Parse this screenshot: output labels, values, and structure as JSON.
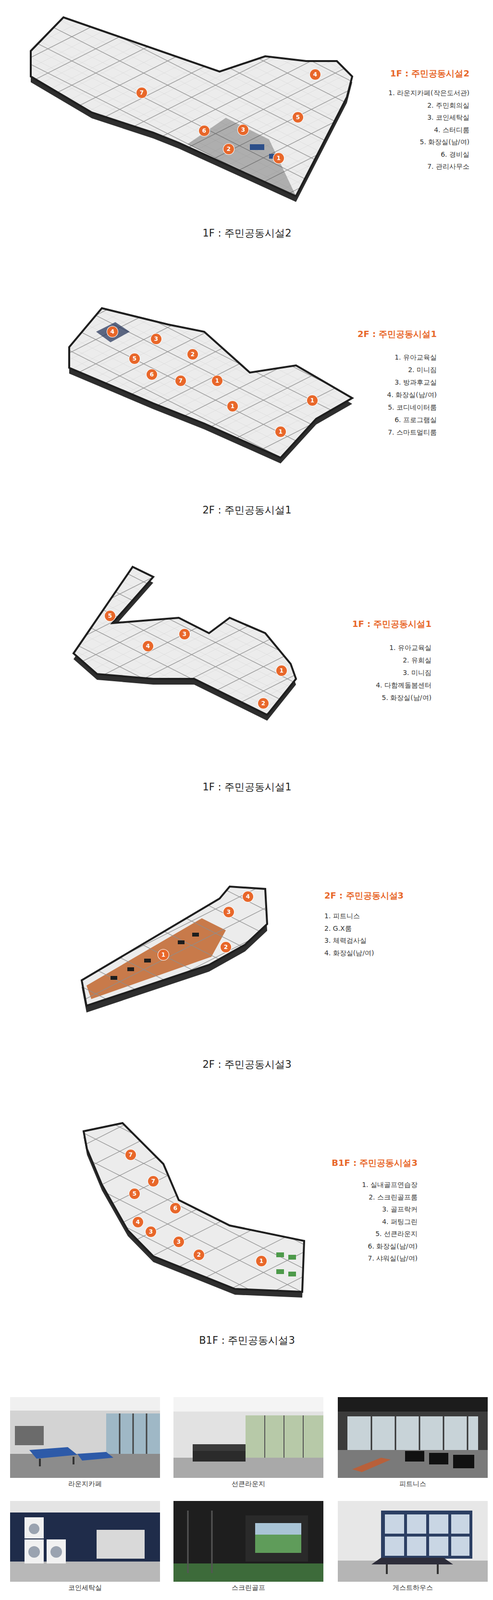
{
  "diagram": {
    "nodes": [
      {
        "text": [
          "라운지카페"
        ]
      },
      {
        "text": [
          "선큰라운지"
        ]
      },
      {
        "text": [
          "피트니스"
        ]
      },
      {
        "text": [
          "코인세탁실"
        ]
      },
      {
        "text": [
          "스크린골프"
        ]
      },
      {
        "text": [
          "게스트하우스"
        ]
      }
    ],
    "labels": [
      "1F : 주민공동시설2",
      "1. 라운지카페(작은도서관)",
      "2. 주민회의실",
      "3. 코인세탁실",
      "4. 스터디룸",
      "5. 화장실(남/여)",
      "6. 경비실",
      "7. 관리사무소",
      "1",
      "2",
      "3",
      "4",
      "5",
      "6",
      "7",
      "1F : 주민공동시설2",
      "2F : 주민공동시설1",
      "1. 유아교육실",
      "2. 미니짐",
      "3. 방과후교실",
      "4. 화장실(남/여)",
      "5. 코디네이터룸",
      "6. 프로그램실",
      "7. 스마트멀티룸",
      "1",
      "1",
      "1",
      "1",
      "2",
      "3",
      "4",
      "5",
      "6",
      "7",
      "2F : 주민공동시설1",
      "1F : 주민공동시설1",
      "1. 유아교육실",
      "2. 유희실",
      "3. 미니짐",
      "4. 다함께돌봄센터",
      "5. 화장실(남/여)",
      "1",
      "2",
      "3",
      "4",
      "5",
      "1F : 주민공동시설1",
      "2F : 주민공동시설3",
      "1. 피트니스",
      "2. G.X룸",
      "3. 체력검사실",
      "4. 화장실(남/여)",
      "1",
      "2",
      "3",
      "4",
      "2F : 주민공동시설3",
      "B1F : 주민공동시설3",
      "1. 실내골프연습장",
      "2. 스크린골프룸",
      "3. 골프락커",
      "4. 퍼팅그린",
      "5. 선큰라운지",
      "6. 화장실(남/여)",
      "7. 샤워실(남/여)",
      "1",
      "2",
      "3",
      "3",
      "4",
      "5",
      "6",
      "7",
      "7",
      "B1F : 주민공동시설3"
    ]
  }
}
